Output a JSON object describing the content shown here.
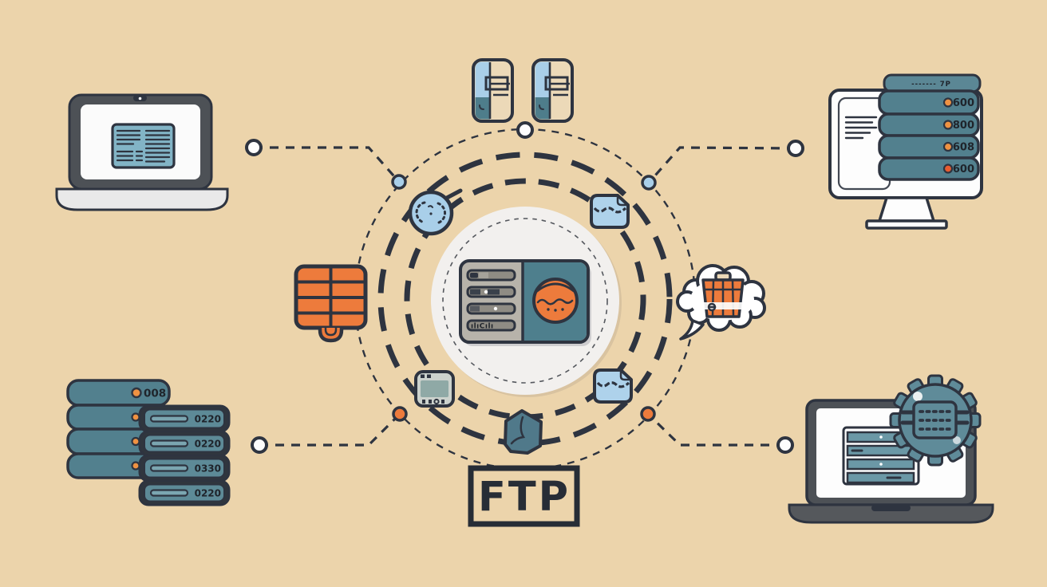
{
  "illustration": {
    "ftp_label": "FTP"
  },
  "colors": {
    "background": "#ecd4ab",
    "outline": "#2e3440",
    "teal": "#52808e",
    "teal_dark": "#4e7d8b",
    "light_blue": "#a9cfe9",
    "orange": "#ed7b3c",
    "panel_gray": "#b7b3aa",
    "hub_white": "#f2f0ee",
    "screen_white": "#fbfbfb"
  },
  "center_card": {
    "input_text": "ılıCılı"
  },
  "monitor_stack": {
    "header": "-------  7P",
    "rows": [
      {
        "label": "600",
        "dot": "#ef9242"
      },
      {
        "label": "800",
        "dot": "#ef9242"
      },
      {
        "label": "608",
        "dot": "#ef9242"
      },
      {
        "label": "600",
        "dot": "#e85c30"
      }
    ]
  },
  "left_rack": {
    "top_label": "008",
    "rows": [
      {
        "label": "0220"
      },
      {
        "label": "0220"
      },
      {
        "label": "0330"
      },
      {
        "label": "0220"
      }
    ]
  },
  "orbit_icons": [
    "file-stack-icon",
    "sync-icon",
    "envelope-icon",
    "firewall-icon",
    "chat-briefcase-icon",
    "terminal-icon",
    "shield-icon",
    "envelope-icon"
  ]
}
